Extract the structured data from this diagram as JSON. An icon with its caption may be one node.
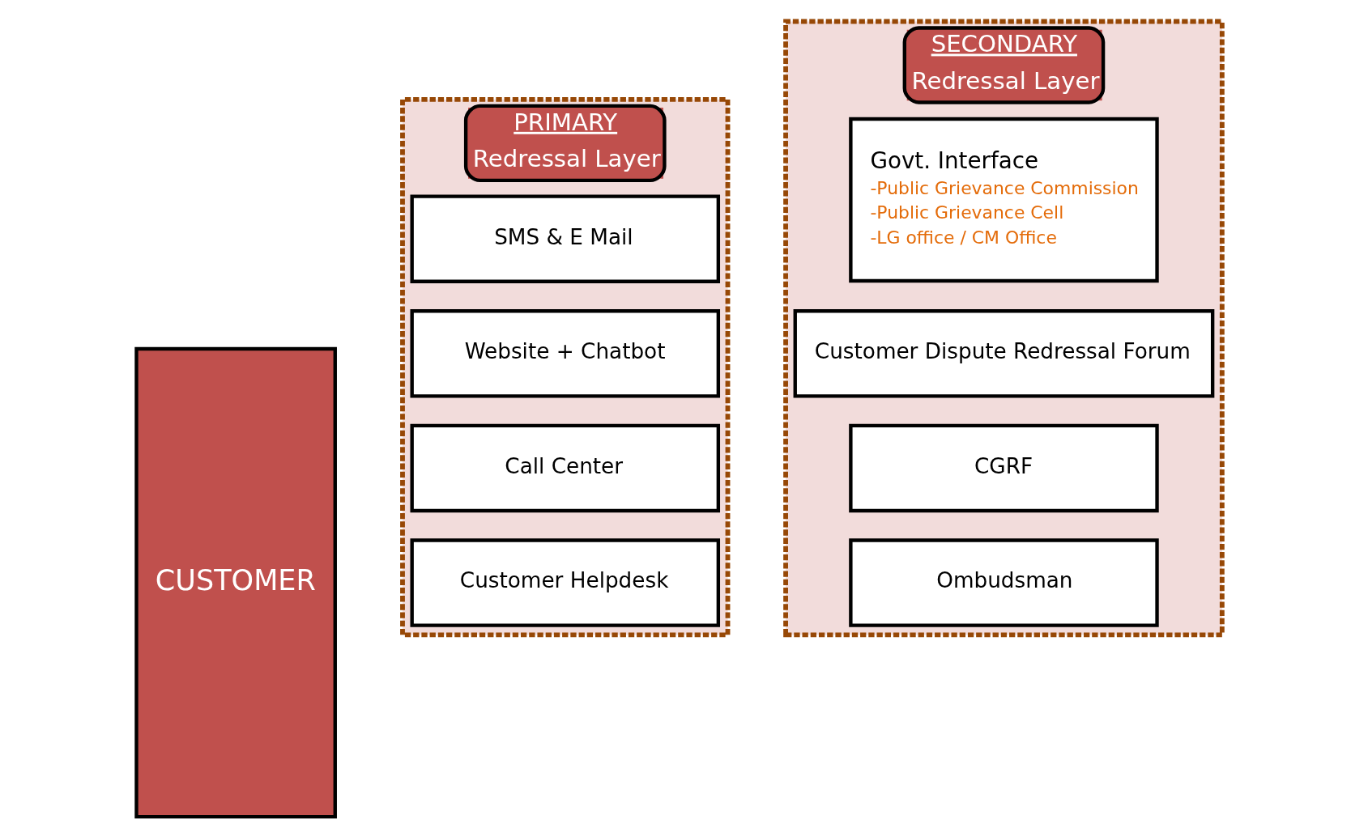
{
  "diagram": {
    "nodes": [
      {
        "text": [
          "CUSTOMER"
        ]
      },
      {
        "text": [
          "PRIMARY",
          "Redressal Layer"
        ]
      },
      {
        "text": [
          "Customer Helpdesk"
        ],
        "in": 1
      },
      {
        "text": [
          "Call Center"
        ],
        "in": 1
      },
      {
        "text": [
          "Website + Chatbot"
        ],
        "in": 1
      },
      {
        "text": [
          "SMS & E Mail"
        ],
        "in": 1
      },
      {
        "text": [
          "SECONDARY",
          "Redressal Layer"
        ]
      },
      {
        "text": [
          "Ombudsman"
        ],
        "in": 6
      },
      {
        "text": [
          "CGRF"
        ],
        "in": 6
      },
      {
        "text": [
          "Customer Dispute Redressal Forum"
        ],
        "in": 6
      },
      {
        "text": [
          "Govt. Interface",
          "-Public Grievance Commission",
          "-Public Grievance Cell",
          "-LG office / CM Office"
        ],
        "in": 6
      }
    ],
    "edges": []
  }
}
